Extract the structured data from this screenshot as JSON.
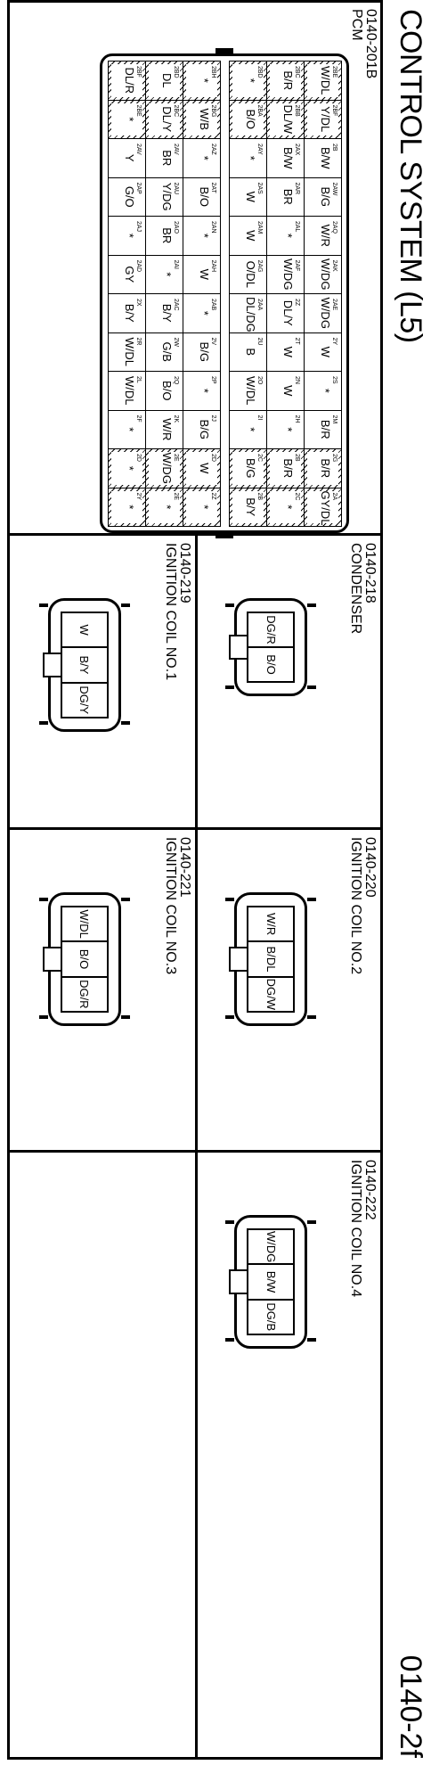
{
  "header": {
    "title": "CONTROL SYSTEM (L5)",
    "page_code": "0140-2f"
  },
  "pcm": {
    "code": "0140-201B",
    "name": "PCM",
    "top_rows": [
      [
        {
          "p": "2BE",
          "w": "W/DL"
        },
        {
          "p": "2BF",
          "w": "Y/DL"
        },
        {
          "p": "2B",
          "w": "B/W"
        },
        {
          "p": "2AW",
          "w": "B/G"
        },
        {
          "p": "2AQ",
          "w": "W/R"
        },
        {
          "p": "2AK",
          "w": "W/DG"
        },
        {
          "p": "2AE",
          "w": "W/DG"
        },
        {
          "p": "2Y",
          "w": "W"
        },
        {
          "p": "2S",
          "w": "*"
        },
        {
          "p": "2M",
          "w": "B/R"
        },
        {
          "p": "2G",
          "w": "B/R"
        },
        {
          "p": "2A",
          "w": "GY/DL"
        }
      ],
      [
        {
          "p": "2BC",
          "w": "B/R"
        },
        {
          "p": "2BB",
          "w": "DL/W"
        },
        {
          "p": "2AX",
          "w": "B/W"
        },
        {
          "p": "2AR",
          "w": "BR"
        },
        {
          "p": "2AL",
          "w": "*"
        },
        {
          "p": "2AF",
          "w": "W/DG"
        },
        {
          "p": "2Z",
          "w": "DL/Y"
        },
        {
          "p": "2T",
          "w": "W"
        },
        {
          "p": "2N",
          "w": "W"
        },
        {
          "p": "2H",
          "w": "*"
        },
        {
          "p": "2B",
          "w": "B/R"
        },
        {
          "p": "2C",
          "w": "*"
        }
      ],
      [
        {
          "p": "2BD",
          "w": "*"
        },
        {
          "p": "2BA",
          "w": "B/O"
        },
        {
          "p": "2AY",
          "w": "*"
        },
        {
          "p": "2AS",
          "w": "W"
        },
        {
          "p": "2AM",
          "w": "W"
        },
        {
          "p": "2AG",
          "w": "O/DL"
        },
        {
          "p": "2AA",
          "w": "DL/DG"
        },
        {
          "p": "2U",
          "w": "B"
        },
        {
          "p": "2O",
          "w": "W/DL"
        },
        {
          "p": "2I",
          "w": "*"
        },
        {
          "p": "2C",
          "w": "B/G"
        },
        {
          "p": "2B",
          "w": "B/Y"
        }
      ]
    ],
    "bottom_rows": [
      [
        {
          "p": "2BH",
          "w": "*"
        },
        {
          "p": "2BG",
          "w": "W/B"
        },
        {
          "p": "2AZ",
          "w": "*"
        },
        {
          "p": "2AT",
          "w": "B/O"
        },
        {
          "p": "2AN",
          "w": "*"
        },
        {
          "p": "2AH",
          "w": "W"
        },
        {
          "p": "2AB",
          "w": "*"
        },
        {
          "p": "2V",
          "w": "B/G"
        },
        {
          "p": "2P",
          "w": "*"
        },
        {
          "p": "2J",
          "w": "B/G"
        },
        {
          "p": "2D",
          "w": "W"
        },
        {
          "p": "2Z",
          "w": "*"
        }
      ],
      [
        {
          "p": "2BD",
          "w": "DL"
        },
        {
          "p": "2BC",
          "w": "DL/Y"
        },
        {
          "p": "2AV",
          "w": "BR"
        },
        {
          "p": "2AU",
          "w": "Y/DG"
        },
        {
          "p": "2AO",
          "w": "BR"
        },
        {
          "p": "2AI",
          "w": "*"
        },
        {
          "p": "2AC",
          "w": "B/Y"
        },
        {
          "p": "2W",
          "w": "G/B"
        },
        {
          "p": "2Q",
          "w": "B/O"
        },
        {
          "p": "2K",
          "w": "W/R"
        },
        {
          "p": "2E",
          "w": "W/DG"
        },
        {
          "p": "2E",
          "w": "*"
        }
      ],
      [
        {
          "p": "2BF",
          "w": "DL/R"
        },
        {
          "p": "2BE",
          "w": "*"
        },
        {
          "p": "2AV",
          "w": "Y"
        },
        {
          "p": "2AP",
          "w": "G/O"
        },
        {
          "p": "2AJ",
          "w": "*"
        },
        {
          "p": "2AD",
          "w": "GY"
        },
        {
          "p": "2X",
          "w": "B/Y"
        },
        {
          "p": "2R",
          "w": "W/DL"
        },
        {
          "p": "2L",
          "w": "W/DL"
        },
        {
          "p": "2F",
          "w": "*"
        },
        {
          "p": "2D",
          "w": "*"
        },
        {
          "p": "2Y",
          "w": "*"
        }
      ]
    ],
    "extra_labels": [
      {
        "p": "2AM",
        "w": "Y/DL"
      },
      {
        "p": "2AJ",
        "w": "*"
      },
      {
        "p": "2AU",
        "w": "Y/DG"
      },
      {
        "p": "2S",
        "w": "W/DL"
      },
      {
        "p": "2T",
        "w": "B/Y"
      }
    ]
  },
  "connectors": [
    {
      "code": "0140-218",
      "name": "CONDENSER",
      "wires": [
        "DG/R",
        "B/O"
      ]
    },
    {
      "code": "0140-219",
      "name": "IGNITION COIL NO.1",
      "wires": [
        "W",
        "B/Y",
        "DG/Y"
      ]
    },
    {
      "code": "0140-220",
      "name": "IGNITION COIL NO.2",
      "wires": [
        "W/R",
        "B/DL",
        "DG/W"
      ]
    },
    {
      "code": "0140-221",
      "name": "IGNITION COIL NO.3",
      "wires": [
        "W/DL",
        "B/O",
        "DG/R"
      ]
    },
    {
      "code": "0140-222",
      "name": "IGNITION COIL NO.4",
      "wires": [
        "W/DG",
        "B/W",
        "DG/B"
      ]
    }
  ]
}
